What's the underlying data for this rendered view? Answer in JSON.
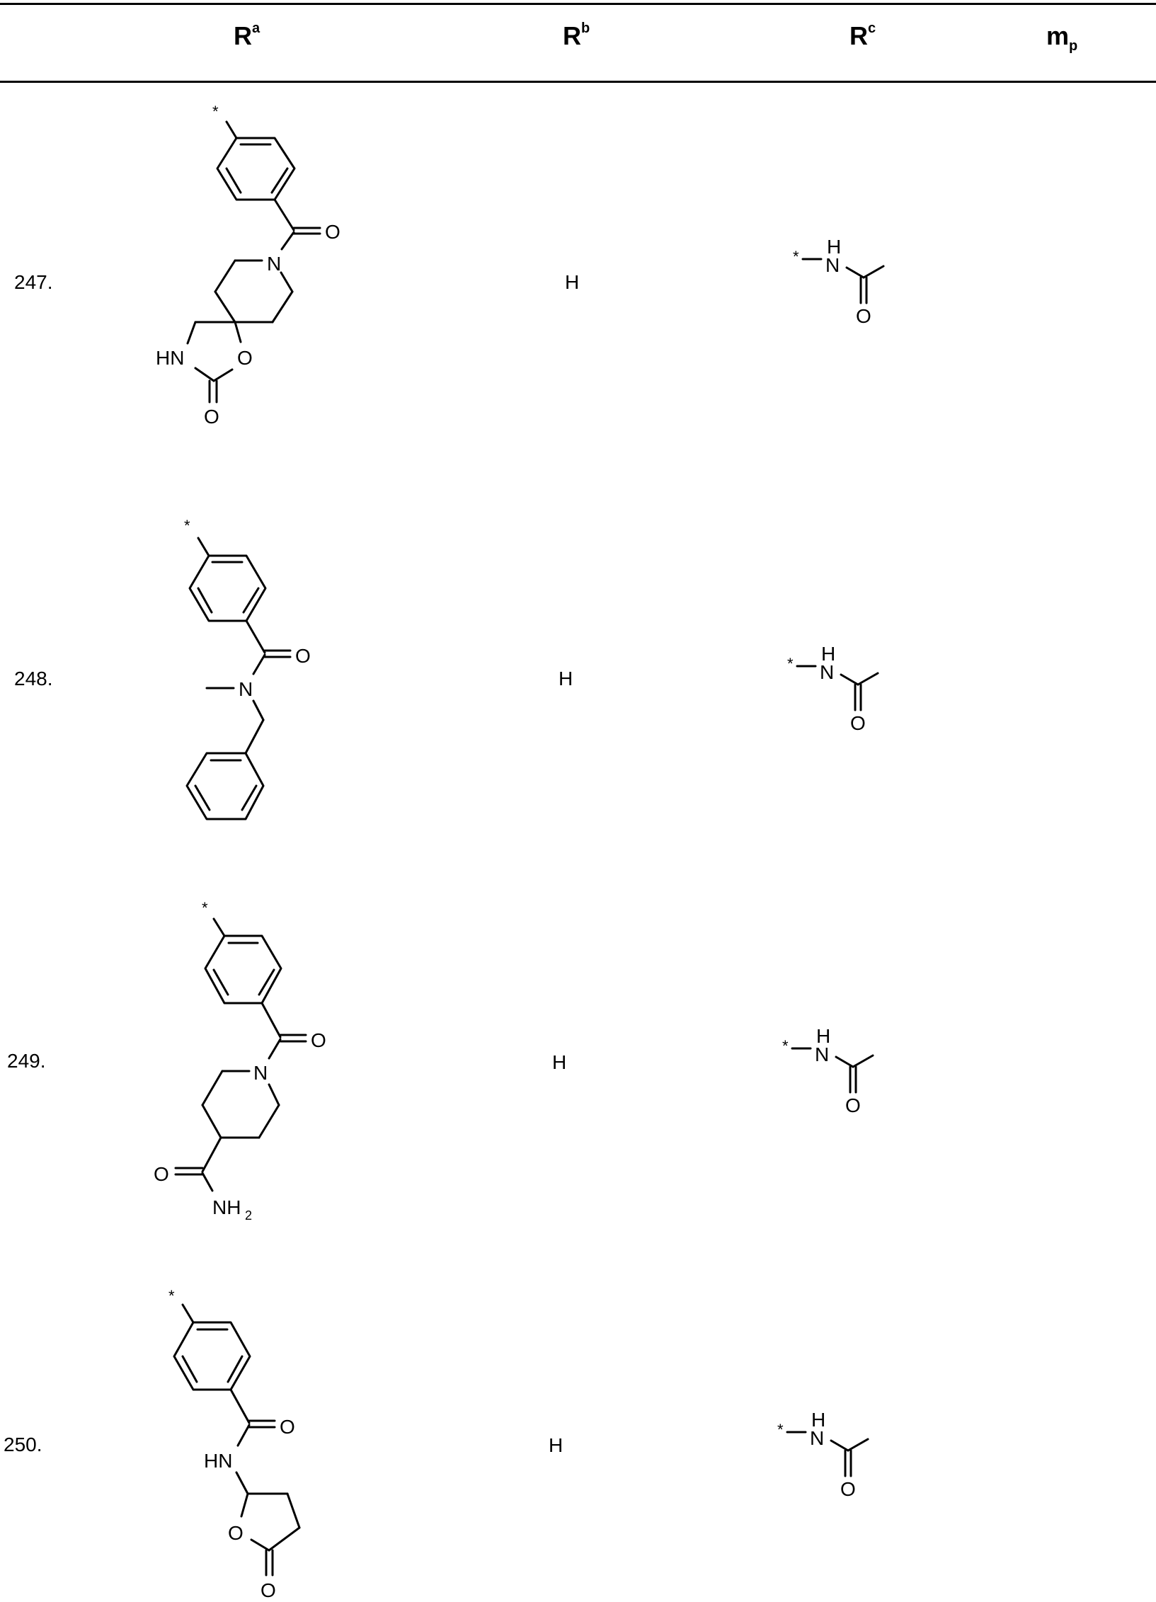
{
  "table": {
    "headers": [
      {
        "main": "R",
        "sup": "a",
        "sub": ""
      },
      {
        "main": "R",
        "sup": "b",
        "sub": ""
      },
      {
        "main": "R",
        "sup": "c",
        "sub": ""
      },
      {
        "main": "m",
        "sup": "",
        "sub": "p"
      }
    ],
    "rows": [
      {
        "id": "247.",
        "Ra": {
          "type": "structure",
          "description": "4-substituted phenyl carbonyl linked to 1-oxa-3,8-diazaspiro[4.5]decan-2-one (spiro piperidine-oxazolidinone)",
          "labels": [
            "*",
            "O",
            "N",
            "HN",
            "O",
            "O"
          ]
        },
        "Rb": "H",
        "Rc": {
          "type": "structure",
          "description": "acetamido (*-NH-C(=O)CH3)",
          "labels": [
            "*",
            "H",
            "N",
            "O"
          ]
        },
        "mp": ""
      },
      {
        "id": "248.",
        "Ra": {
          "type": "structure",
          "description": "4-substituted phenyl carbonyl N-methyl-N-benzyl amide",
          "labels": [
            "*",
            "O",
            "N"
          ]
        },
        "Rb": "H",
        "Rc": {
          "type": "structure",
          "description": "acetamido (*-NH-C(=O)CH3)",
          "labels": [
            "*",
            "H",
            "N",
            "O"
          ]
        },
        "mp": ""
      },
      {
        "id": "249.",
        "Ra": {
          "type": "structure",
          "description": "4-substituted phenyl carbonyl piperidine-4-carboxamide",
          "labels": [
            "*",
            "O",
            "N",
            "O",
            "NH",
            "2"
          ]
        },
        "Rb": "H",
        "Rc": {
          "type": "structure",
          "description": "acetamido (*-NH-C(=O)CH3)",
          "labels": [
            "*",
            "H",
            "N",
            "O"
          ]
        },
        "mp": ""
      },
      {
        "id": "250.",
        "Ra": {
          "type": "structure",
          "description": "4-substituted phenyl carbonyl amide N-linked to 5-oxotetrahydrofuran-2-yl (gamma-butyrolactone)",
          "labels": [
            "*",
            "O",
            "HN",
            "O",
            "O"
          ]
        },
        "Rb": "H",
        "Rc": {
          "type": "structure",
          "description": "acetamido (*-NH-C(=O)CH3)",
          "labels": [
            "*",
            "H",
            "N",
            "O"
          ]
        },
        "mp": ""
      }
    ]
  },
  "atoms": {
    "star": "*",
    "O": "O",
    "N": "N",
    "H": "H",
    "HN": "HN",
    "NH": "NH",
    "two": "2"
  }
}
